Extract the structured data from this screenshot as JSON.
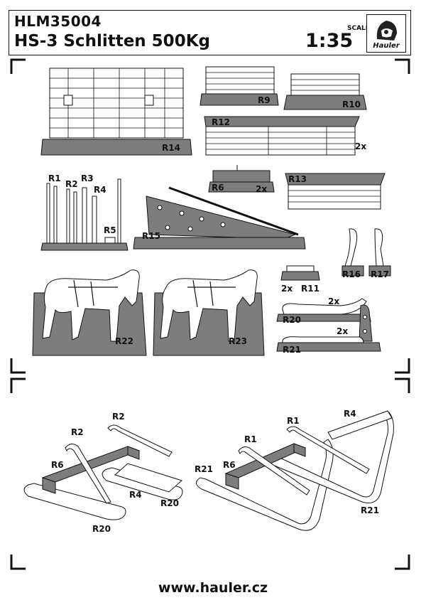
{
  "header": {
    "code": "HLM35004",
    "title": "HS-3 Schlitten 500Kg",
    "scale_label": "SCALE",
    "scale_value": "1:35",
    "brand": "Hauler"
  },
  "parts": {
    "r1": "R1",
    "r2": "R2",
    "r3": "R3",
    "r4": "R4",
    "r5": "R5",
    "r6": "R6",
    "r9": "R9",
    "r10": "R10",
    "r11": "R11",
    "r12": "R12",
    "r13": "R13",
    "r14": "R14",
    "r15": "R15",
    "r16": "R16",
    "r17": "R17",
    "r20": "R20",
    "r21": "R21",
    "r22": "R22",
    "r23": "R23",
    "qty_2x": "2x"
  },
  "footer": {
    "url": "www.hauler.cz"
  },
  "colors": {
    "resin_base": "#7d7d7d",
    "line": "#111111",
    "paper": "#ffffff"
  },
  "icons": {
    "logo": "helmeted-head-icon"
  }
}
